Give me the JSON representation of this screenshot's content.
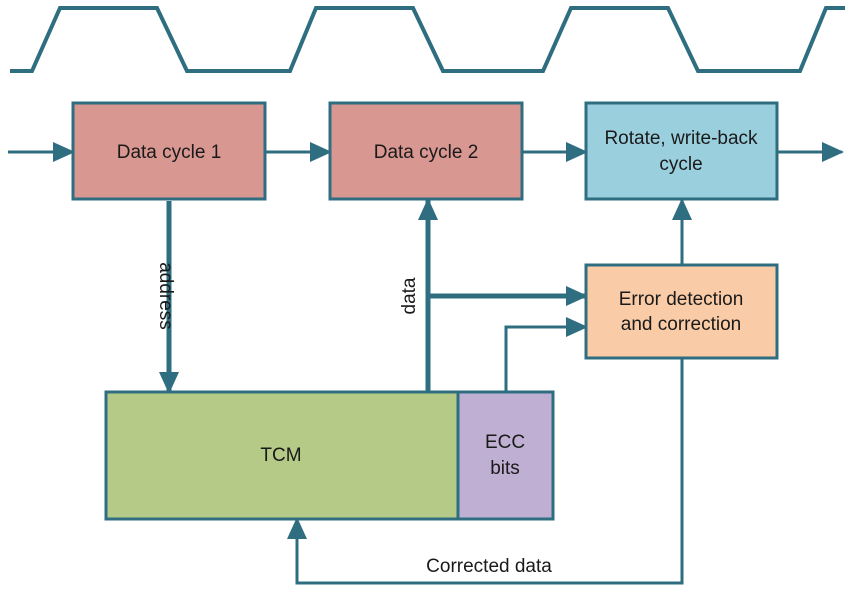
{
  "colors": {
    "stroke": "#2e6e80",
    "data_cycle_fill": "#d99791",
    "rotate_fill": "#9acfdd",
    "edc_fill": "#f9cba7",
    "tcm_fill": "#b6ca87",
    "ecc_fill": "#bfb0d3"
  },
  "blocks": {
    "data_cycle_1": "Data cycle 1",
    "data_cycle_2": "Data cycle 2",
    "rotate_writeback_line1": "Rotate, write-back",
    "rotate_writeback_line2": "cycle",
    "error_detection_line1": "Error detection",
    "error_detection_line2": "and correction",
    "tcm": "TCM",
    "ecc_line1": "ECC",
    "ecc_line2": "bits"
  },
  "signals": {
    "address": "address",
    "data": "data",
    "corrected_data": "Corrected data"
  }
}
